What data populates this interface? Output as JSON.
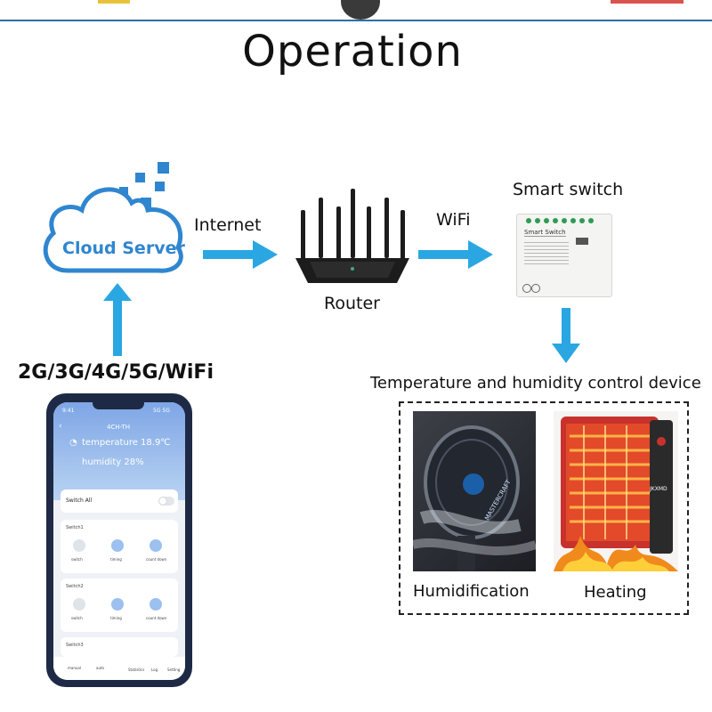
{
  "title": "Operation",
  "nodes": {
    "cloud": {
      "label": "Cloud Server"
    },
    "router": {
      "label": "Router"
    },
    "smart_switch": {
      "label": "Smart switch"
    },
    "network": {
      "label": "2G/3G/4G/5G/WiFi"
    }
  },
  "edges": {
    "internet": "Internet",
    "wifi": "WiFi"
  },
  "devices": {
    "caption": "Temperature and humidity control device",
    "humidification": "Humidification",
    "heating": "Heating"
  },
  "switch_device": {
    "header": "Smart Switch"
  },
  "heater_brand": "JKXMD",
  "fan_brand": "MASTERCRAFT",
  "phone_app": {
    "status_left": "9:41",
    "status_right": "5G 5G",
    "device_name": "4CH-TH",
    "temperature": "temperature 18.9℃",
    "humidity": "humidity 28%",
    "switch_all": "Switch All",
    "switches": [
      {
        "name": "Switch1",
        "actions": [
          "switch",
          "timing",
          "count down"
        ]
      },
      {
        "name": "Switch2",
        "actions": [
          "switch",
          "timing",
          "count down"
        ]
      },
      {
        "name": "Switch3",
        "actions": []
      }
    ],
    "nav": [
      "manual",
      "auto",
      "Statistics",
      "Log",
      "Setting"
    ]
  },
  "colors": {
    "arrow": "#2aa7e2",
    "cloud": "#2f86cf",
    "accent_line": "#2b6ea8",
    "app_header": "#8fb3ea"
  }
}
